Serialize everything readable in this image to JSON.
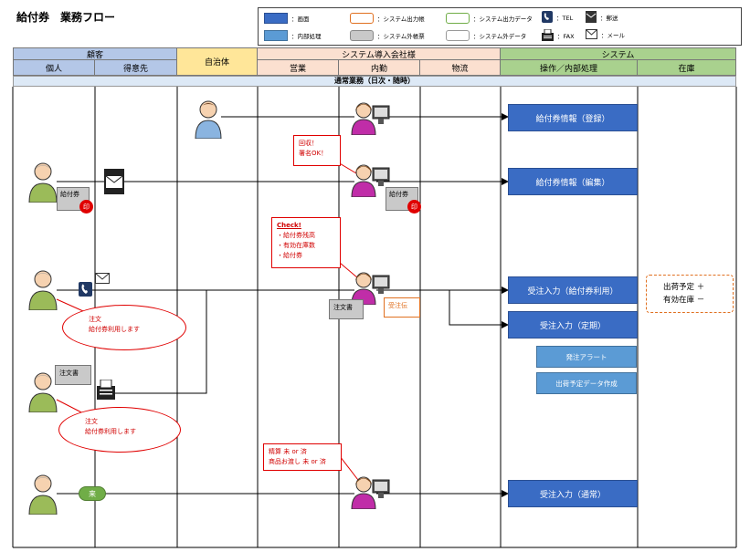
{
  "title": "給付券　業務フロー",
  "legend": [
    {
      "label": "：画面"
    },
    {
      "label": "：システム出力帳"
    },
    {
      "label": "：システム出力データ"
    },
    {
      "label": "：TEL"
    },
    {
      "label": "：郵送"
    },
    {
      "label": "：内部処理"
    },
    {
      "label": "：システム外帳票"
    },
    {
      "label": "：システム外データ"
    },
    {
      "label": "：FAX"
    },
    {
      "label": "：メール"
    }
  ],
  "headers": {
    "customer": "顧客",
    "individual": "個人",
    "client": "得意先",
    "municipality": "自治体",
    "vendor": "システム導入会社様",
    "sales": "営業",
    "office": "内勤",
    "logistics": "物流",
    "system": "システム",
    "operation": "操作／内部処理",
    "stock": "在庫"
  },
  "band": "通常業務（日次・随時）",
  "system_boxes": [
    "給付券情報（登録）",
    "給付券情報（編集）",
    "受注入力（給付券利用）",
    "受注入力（定期）",
    "受注入力（通常）"
  ],
  "sub_boxes": [
    "発注アラート",
    "出荷予定データ作成"
  ],
  "stock_box": {
    "line1": "出荷予定 ＋",
    "line2": "有効在庫 －"
  },
  "callouts": {
    "c1_line1": "回収！",
    "c1_line2": "署名OK！",
    "c2_title": "Check!",
    "c2_items": [
      "・給付券残高",
      "・有効在庫数",
      "・給付券"
    ],
    "c3_line1": "精算 未 or 済",
    "c3_line2": "商品お渡し 未 or 済"
  },
  "ellipses": [
    {
      "line1": "注文",
      "line2": "給付券利用します"
    },
    {
      "line1": "注文",
      "line2": "給付券利用します"
    }
  ],
  "docs": {
    "kyufuken": "給付券",
    "chumonsho": "注文書",
    "juchuden": "受注伝",
    "stamp": "印",
    "pill": "来"
  },
  "colors": {
    "system_header": "#a9d18e",
    "vendor_header": "#fbe0d0",
    "customer_header": "#b4c7e7",
    "municipality_header": "#ffe699",
    "screen": "#3a6cc4",
    "internal": "#5b9bd5",
    "callout_border": "#e00000"
  }
}
